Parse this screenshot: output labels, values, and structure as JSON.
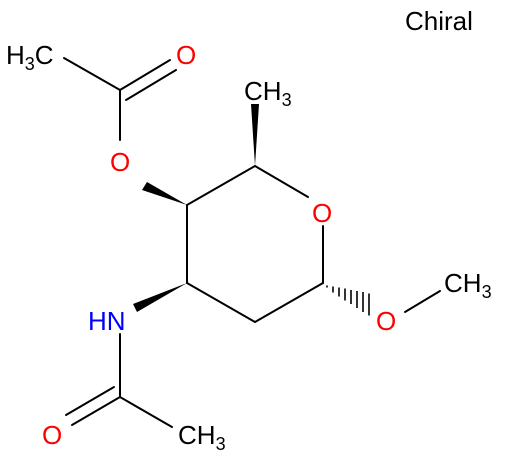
{
  "molecule": {
    "chiral_label": "Chiral",
    "atoms": {
      "ch3_acetyl_top": {
        "main": "H",
        "sub": "3",
        "tail": "C"
      },
      "o_carbonyl_top": "O",
      "o_ester": "O",
      "ch3_c5": {
        "main": "CH",
        "sub": "3"
      },
      "o_ring": "O",
      "nh": "HN",
      "o_methoxy": "O",
      "ch3_methoxy": {
        "main": "CH",
        "sub": "3"
      },
      "o_carbonyl_bottom": "O",
      "ch3_acetamide": {
        "main": "CH",
        "sub": "3"
      }
    },
    "colors": {
      "carbon_text": "#000000",
      "oxygen": "#ff0000",
      "nitrogen": "#0000ff",
      "bond": "#000000",
      "background": "#ffffff"
    }
  }
}
